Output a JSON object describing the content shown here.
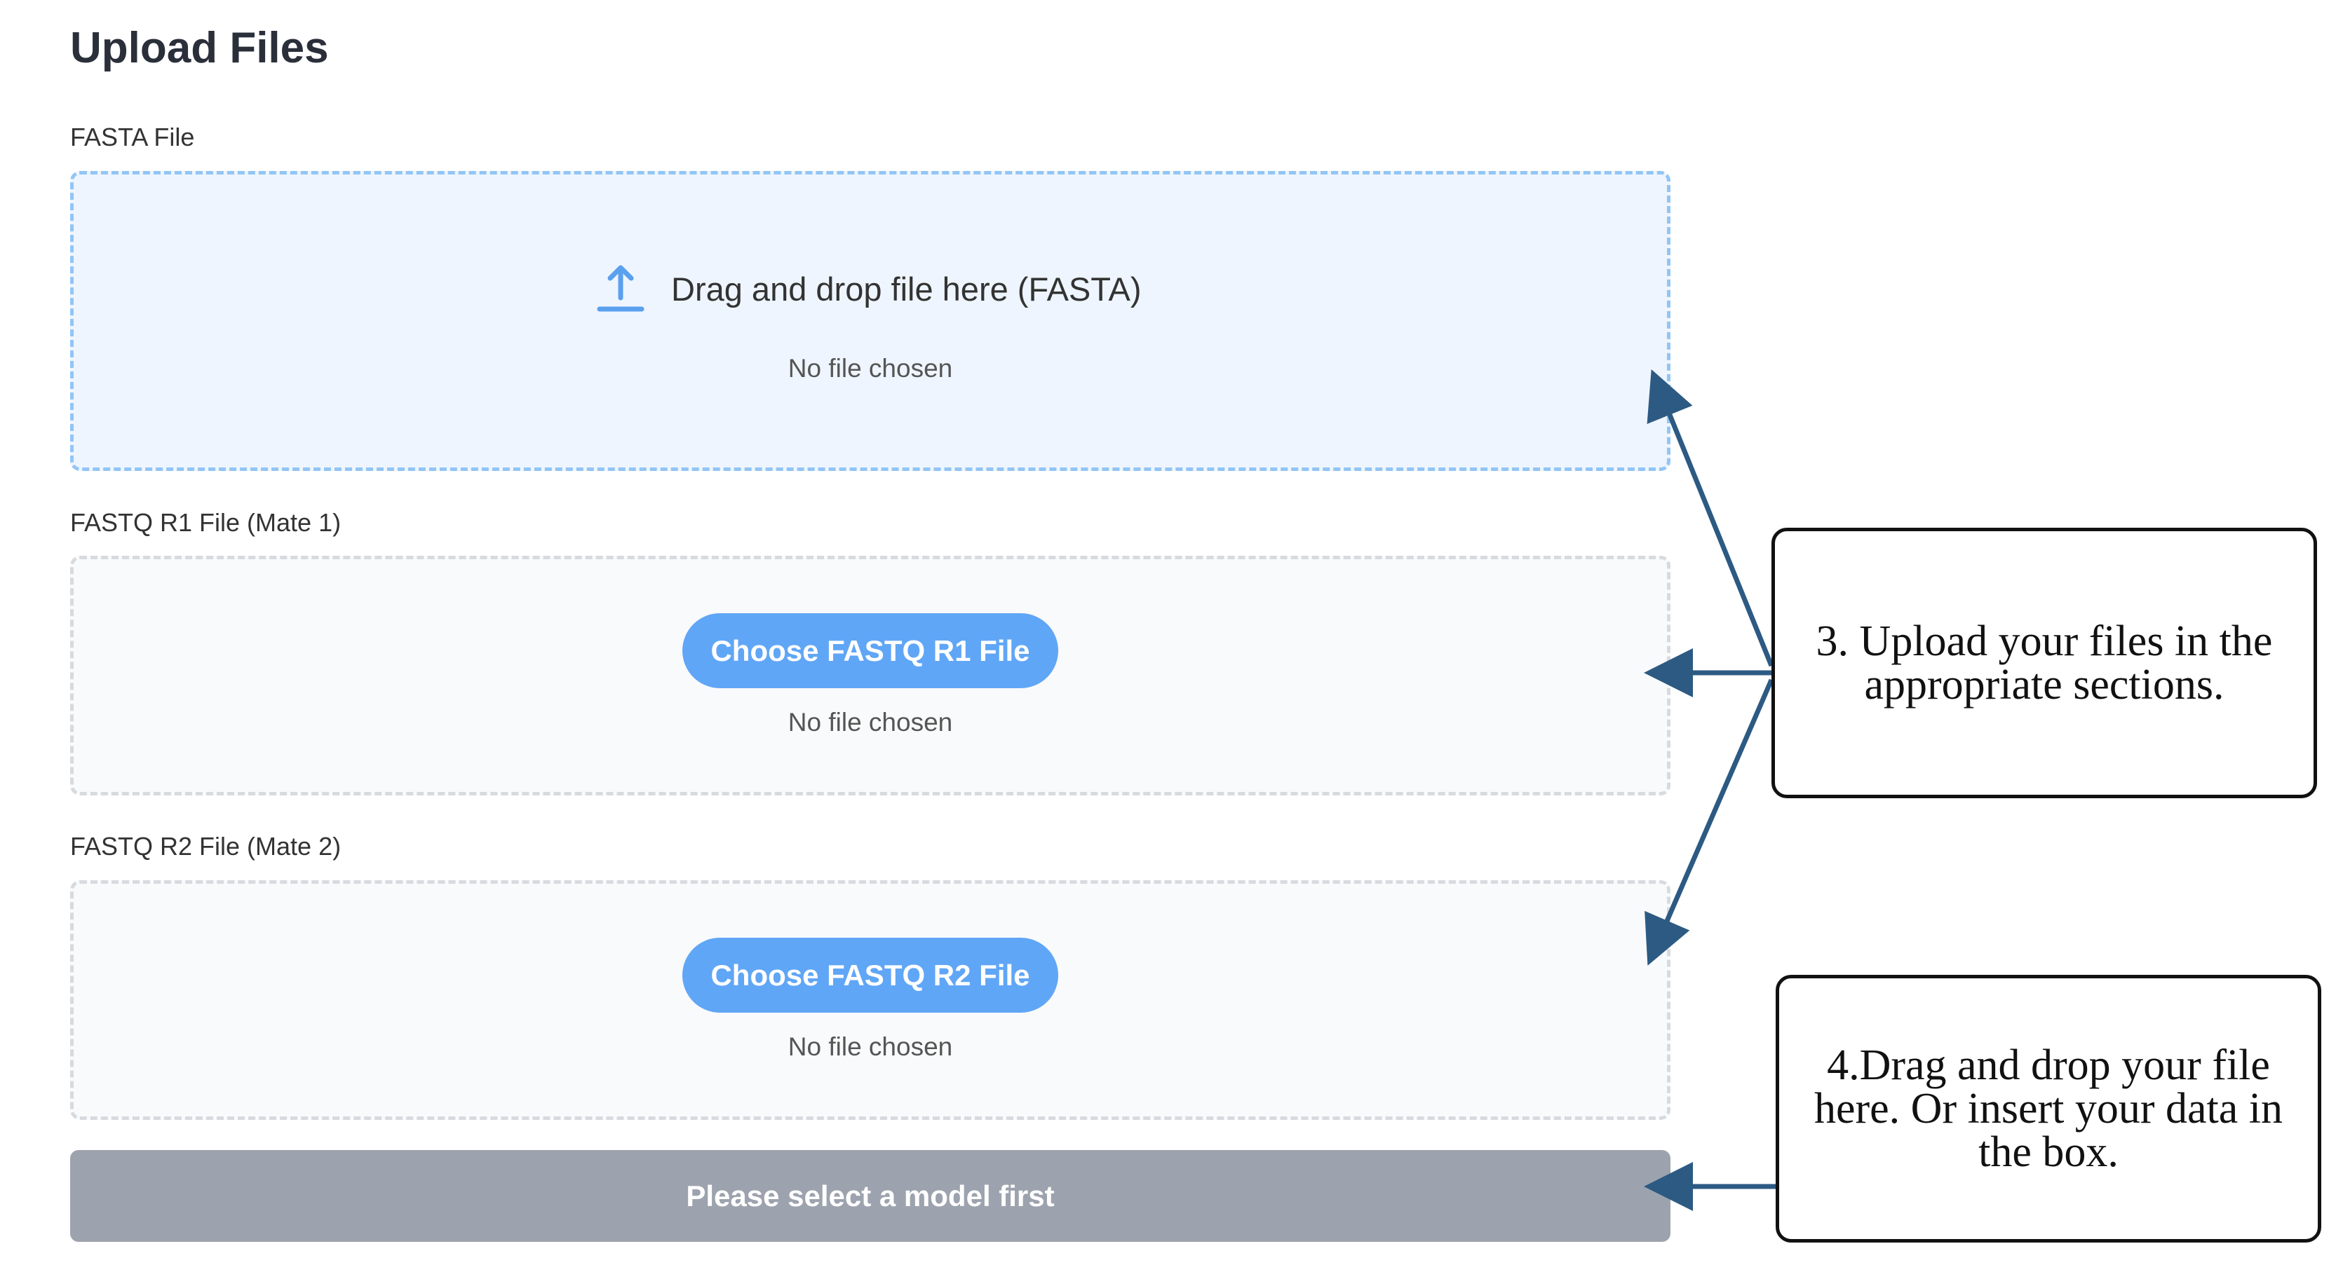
{
  "page": {
    "title": "Upload Files"
  },
  "fasta": {
    "label": "FASTA File",
    "drop_text": "Drag and drop file here (FASTA)",
    "status": "No file chosen",
    "icon": "upload-icon"
  },
  "r1": {
    "label": "FASTQ R1 File (Mate 1)",
    "button_label": "Choose FASTQ R1 File",
    "status": "No file chosen"
  },
  "r2": {
    "label": "FASTQ R2 File (Mate 2)",
    "button_label": "Choose FASTQ R2 File",
    "status": "No file chosen"
  },
  "submit": {
    "label": "Please select a model first",
    "disabled": true
  },
  "annotations": {
    "step3": "3. Upload your files in the appropriate sections.",
    "step4": "4.Drag and drop your file here. Or insert your data in the box."
  },
  "colors": {
    "fasta_zone_bg": "#eef5fe",
    "fasta_zone_border": "#92c5f5",
    "plain_zone_bg": "#f9fafb",
    "plain_zone_border": "#d7dade",
    "button_blue": "#60a6f6",
    "submit_disabled": "#9da3ae",
    "arrow": "#2c5a83"
  }
}
